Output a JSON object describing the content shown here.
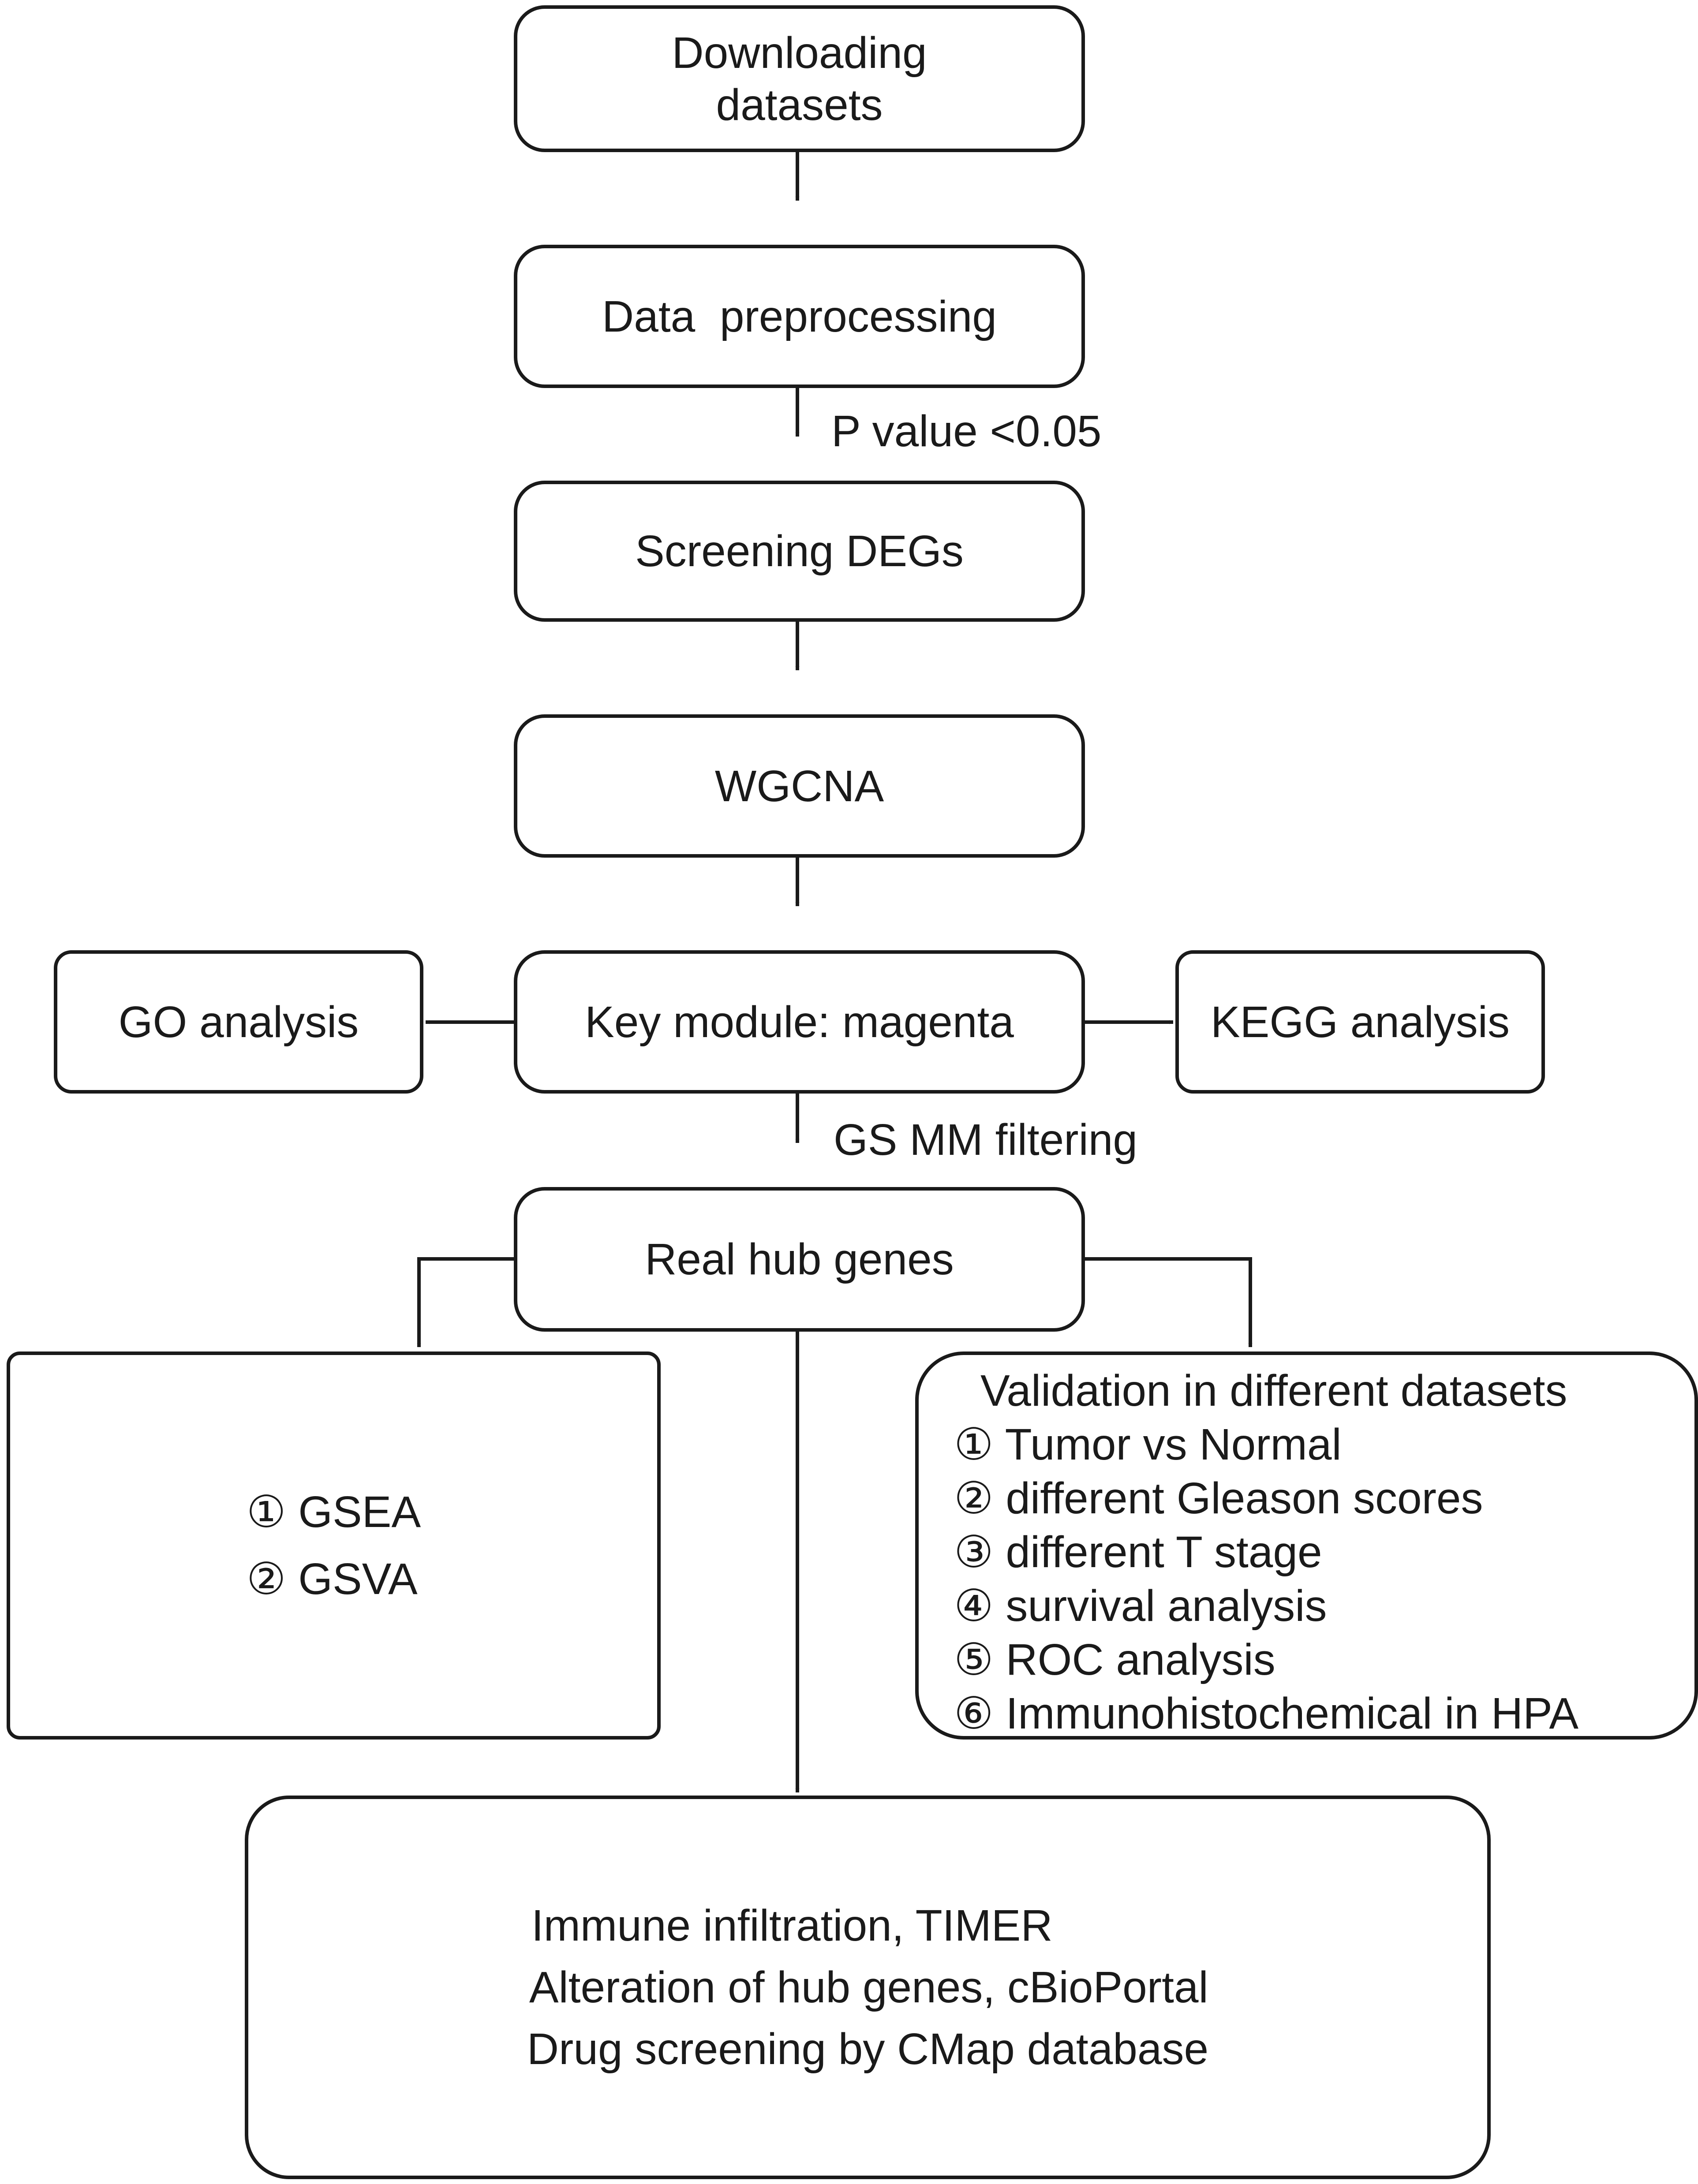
{
  "diagram": {
    "nodes": {
      "download": {
        "label": "Downloading\ndatasets"
      },
      "preprocess": {
        "label": "Data  preprocessing"
      },
      "screening": {
        "label": "Screening DEGs"
      },
      "wgcna": {
        "label": "WGCNA"
      },
      "key_module": {
        "label": "Key module: magenta"
      },
      "go": {
        "label": "GO analysis"
      },
      "kegg": {
        "label": "KEGG analysis"
      },
      "hub": {
        "label": "Real hub genes"
      },
      "gsea_gsva": {
        "items": [
          "① GSEA",
          "② GSVA"
        ]
      },
      "validation": {
        "title": "Validation in different datasets",
        "items": [
          "① Tumor vs Normal",
          "② different Gleason scores",
          "③ different T stage",
          "④ survival  analysis",
          "⑤ ROC analysis",
          "⑥ Immunohistochemical in HPA"
        ]
      },
      "downstream": {
        "items": [
          "Immune infiltration, TIMER",
          "Alteration of hub genes, cBioPortal",
          "Drug screening by CMap database"
        ]
      }
    },
    "edge_labels": {
      "pvalue": "P value <0.05",
      "gsmm": "GS MM filtering"
    }
  }
}
